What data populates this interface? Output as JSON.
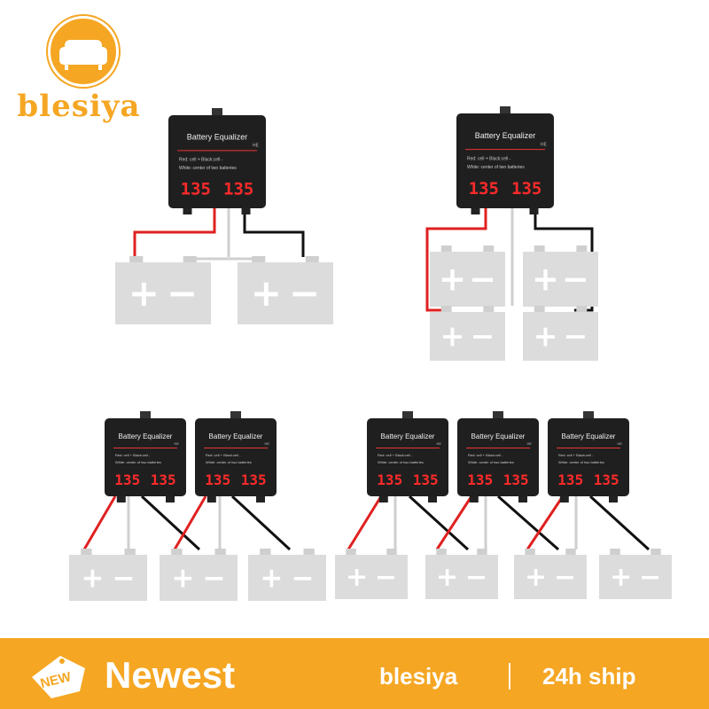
{
  "brand": {
    "logo_text": "blesiya",
    "logo_icon": "sofa-icon"
  },
  "device": {
    "title": "Battery Equalizer",
    "model": "HE",
    "caption_line1": "Red: cell +    Black:cell -",
    "caption_line2": "White: center of two batteries",
    "display_left": "135",
    "display_right": "135"
  },
  "battery": {
    "plus": "+",
    "minus": "−"
  },
  "colors": {
    "accent": "#f5a623",
    "device": "#1f1f1f",
    "battery": "#dcdcdc",
    "red_wire": "#e02020",
    "black_wire": "#111111",
    "display": "#ff2a2a"
  },
  "footer": {
    "badge": "NEW",
    "headline": "Newest",
    "brand": "blesiya",
    "ship": "24h ship"
  }
}
